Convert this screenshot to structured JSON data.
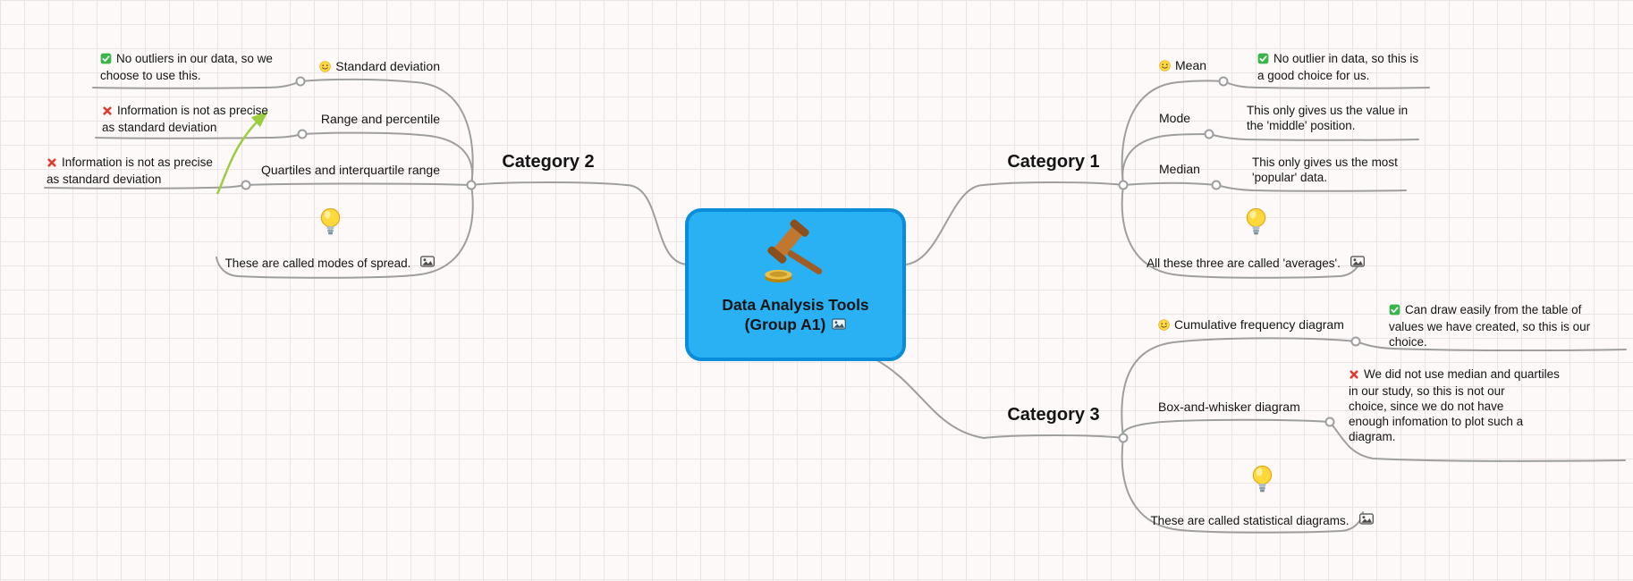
{
  "canvas": {
    "background_color": "#fdf9f9",
    "grid_color": "#ece4e4",
    "connector_color": "#9e9e9e",
    "arrow_color": "#9ccd3f"
  },
  "central_node": {
    "title": "Data Analysis Tools",
    "subtitle": "(Group A1)",
    "fill_color": "#29b1f4",
    "border_color": "#0b8cdb",
    "icon": "gavel-icon",
    "has_image_attachment": true
  },
  "branches": {
    "category2": {
      "label": "Category 2",
      "topics": [
        {
          "icon": "smiley-icon",
          "label": "Standard deviation",
          "note": {
            "icon": "check-icon",
            "text": "No outliers in our data, so we\nchoose to use this."
          }
        },
        {
          "label": "Range and percentile",
          "note": {
            "icon": "cross-icon",
            "text": "Information is not as precise\nas standard deviation"
          }
        },
        {
          "label": "Quartiles and interquartile range",
          "note": {
            "icon": "cross-icon",
            "text": "Information is not as precise\nas standard deviation"
          }
        }
      ],
      "idea": {
        "icon": "bulb-icon",
        "text": "These are called modes of spread.",
        "has_image_attachment": true
      }
    },
    "category1": {
      "label": "Category 1",
      "topics": [
        {
          "icon": "smiley-icon",
          "label": "Mean",
          "note": {
            "icon": "check-icon",
            "text": "No outlier in data, so this is\na good choice for us."
          }
        },
        {
          "label": "Mode",
          "note": {
            "text": "This only gives us the value in\nthe 'middle' position."
          }
        },
        {
          "label": "Median",
          "note": {
            "text": "This only gives us the most\n'popular' data."
          }
        }
      ],
      "idea": {
        "icon": "bulb-icon",
        "text": "All these three are called 'averages'.",
        "has_image_attachment": true
      }
    },
    "category3": {
      "label": "Category 3",
      "topics": [
        {
          "icon": "smiley-icon",
          "label": "Cumulative frequency diagram",
          "note": {
            "icon": "check-icon",
            "text": "Can draw easily from the table of\nvalues we have created, so this is our\nchoice."
          }
        },
        {
          "label": "Box-and-whisker diagram",
          "note": {
            "icon": "cross-icon",
            "text": "We did not use median and quartiles\nin our study, so this is not our\nchoice, since we do not have\nenough infomation to plot such a\ndiagram."
          }
        }
      ],
      "idea": {
        "icon": "bulb-icon",
        "text": "These are called statistical diagrams.",
        "has_image_attachment": true
      }
    }
  },
  "icons": {
    "gavel-icon": "judge's gavel",
    "smiley-icon": "slightly smiling face",
    "check-icon": "green check mark",
    "cross-icon": "red cross mark",
    "bulb-icon": "light bulb",
    "image-attachment-icon": "attached image indicator"
  }
}
